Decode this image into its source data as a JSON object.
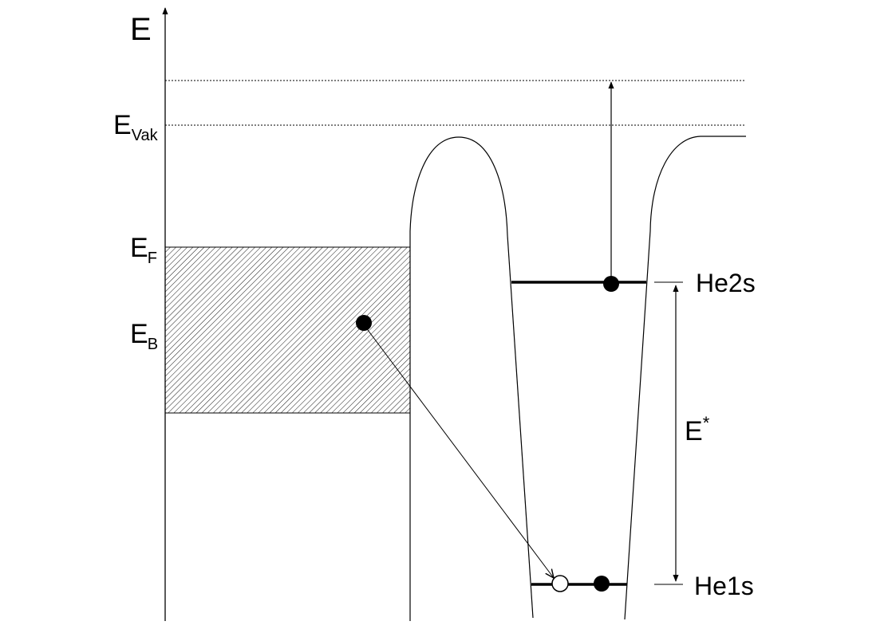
{
  "labels": {
    "axis": "E",
    "vacuum_main": "E",
    "vacuum_sub": "Vak",
    "fermi_main": "E",
    "fermi_sub": "F",
    "binding_main": "E",
    "binding_sub": "B",
    "excitation_main": "E",
    "excitation_sup": "*",
    "level_2s": "He2s",
    "level_1s": "He1s"
  },
  "colors": {
    "line": "#000000",
    "background": "#ffffff"
  },
  "icons": {
    "electron": "filled-circle",
    "hole": "open-circle"
  }
}
